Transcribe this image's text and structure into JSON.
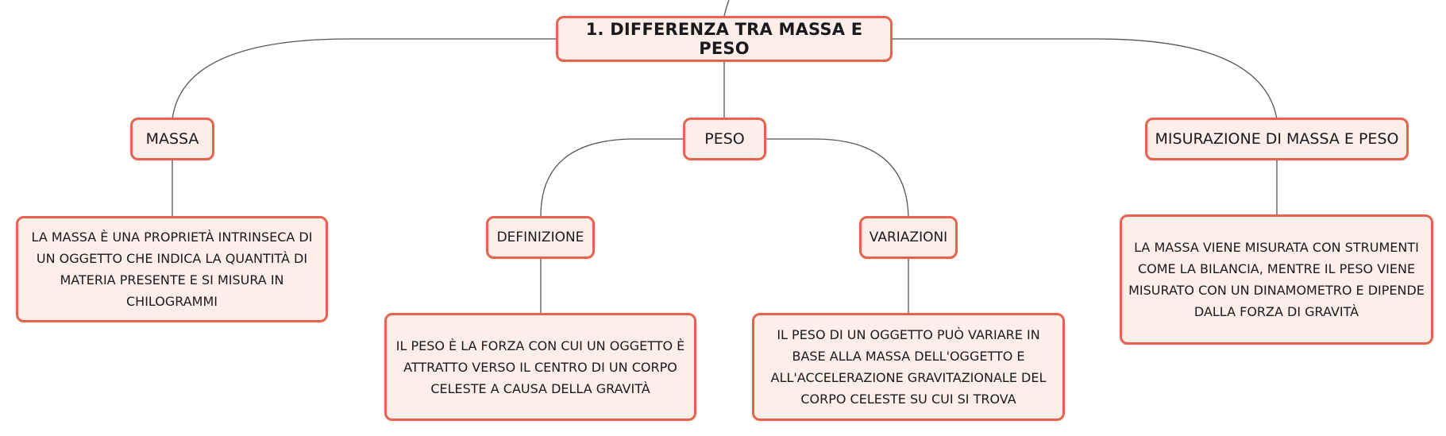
{
  "mindmap": {
    "root": {
      "label": "1. DIFFERENZA TRA MASSA E PESO"
    },
    "branches": {
      "massa": {
        "label": "MASSA",
        "detail": "LA MASSA È UNA PROPRIETÀ INTRINSECA DI UN OGGETTO CHE INDICA LA QUANTITÀ DI MATERIA PRESENTE E SI MISURA IN CHILOGRAMMI"
      },
      "peso": {
        "label": "PESO",
        "children": {
          "definizione": {
            "label": "DEFINIZIONE",
            "detail": "IL PESO È LA FORZA CON CUI UN OGGETTO È ATTRATTO VERSO IL CENTRO DI UN CORPO CELESTE A CAUSA DELLA GRAVITÀ"
          },
          "variazioni": {
            "label": "VARIAZIONI",
            "detail": "IL PESO DI UN OGGETTO PUÒ VARIARE IN BASE ALLA MASSA DELL'OGGETTO E ALL'ACCELERAZIONE GRAVITAZIONALE DEL CORPO CELESTE SU CUI SI TROVA"
          }
        }
      },
      "misurazione": {
        "label": "MISURAZIONE DI MASSA E PESO",
        "detail": "LA MASSA VIENE MISURATA CON STRUMENTI COME LA BILANCIA, MENTRE IL PESO VIENE MISURATO CON UN DINAMOMETRO E DIPENDE DALLA FORZA DI GRAVITÀ"
      }
    }
  },
  "colors": {
    "node_border": "#e8624d",
    "node_fill": "#fdeeea",
    "connector": "#555555",
    "text": "#1a1a1a"
  }
}
